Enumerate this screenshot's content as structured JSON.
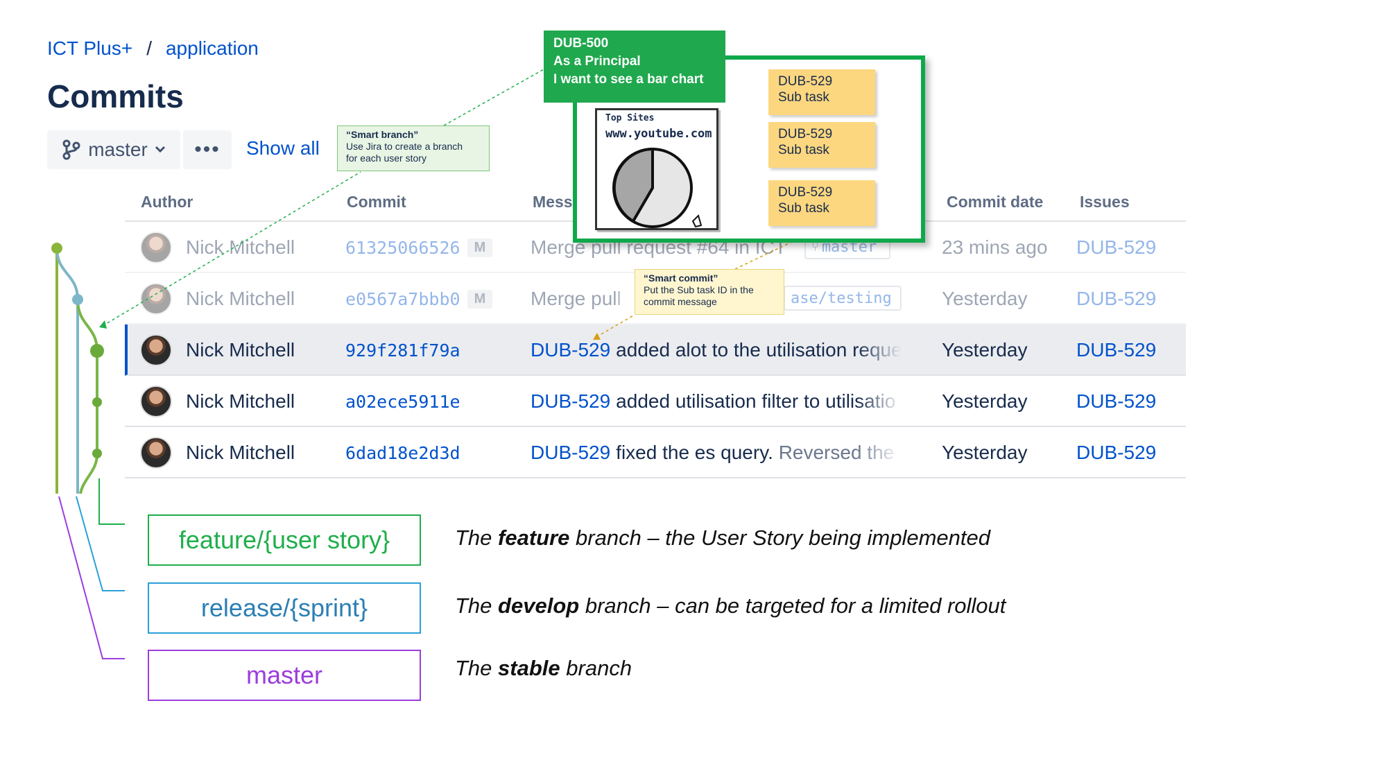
{
  "breadcrumb": {
    "project": "ICT Plus+",
    "separator": "/",
    "repo": "application"
  },
  "page_title": "Commits",
  "toolbar": {
    "branch_label": "master",
    "more_label": "•••",
    "show_all_label": "Show all"
  },
  "table": {
    "headers": {
      "author": "Author",
      "commit": "Commit",
      "message": "Mess",
      "date": "Commit date",
      "issues": "Issues"
    },
    "rows": [
      {
        "author": "Nick Mitchell",
        "hash": "61325066526",
        "badge": "M",
        "key": "",
        "message": "Merge pull request #64 in ICT",
        "tag": "master",
        "date": "23 mins ago",
        "issue": "DUB-529"
      },
      {
        "author": "Nick Mitchell",
        "hash": "e0567a7bbb0",
        "badge": "M",
        "key": "",
        "message": "Merge pull r",
        "tag": "ase/testing",
        "date": "Yesterday",
        "issue": "DUB-529"
      },
      {
        "author": "Nick Mitchell",
        "hash": "929f281f79a",
        "badge": "",
        "key": "DUB-529",
        "message": "added alot to the utilisation reque",
        "tag": "",
        "date": "Yesterday",
        "issue": "DUB-529"
      },
      {
        "author": "Nick Mitchell",
        "hash": "a02ece5911e",
        "badge": "",
        "key": "DUB-529",
        "message": "added utilisation filter to utilisatio",
        "tag": "",
        "date": "Yesterday",
        "issue": "DUB-529"
      },
      {
        "author": "Nick Mitchell",
        "hash": "6dad18e2d3d",
        "badge": "",
        "key": "DUB-529",
        "message": "fixed the es query.",
        "message_dim": "Reversed the p",
        "tag": "",
        "date": "Yesterday",
        "issue": "DUB-529"
      }
    ]
  },
  "story": {
    "key": "DUB-500",
    "line1": "As a Principal",
    "line2": "I want to see a bar chart"
  },
  "subtasks": [
    {
      "key": "DUB-529",
      "label": "Sub task"
    },
    {
      "key": "DUB-529",
      "label": "Sub task"
    },
    {
      "key": "DUB-529",
      "label": "Sub task"
    }
  ],
  "sketch": {
    "title": "Top Sites",
    "site": "www.youtube.com"
  },
  "callouts": {
    "branch": {
      "title": "“Smart branch”",
      "line1": "Use Jira to create a branch",
      "line2": "for each user story"
    },
    "commit": {
      "title": "“Smart commit”",
      "line1": "Put the Sub task ID in the",
      "line2": "commit message"
    }
  },
  "legend": [
    {
      "label": "feature/{user story}",
      "pre": "The",
      "bold": "feature",
      "post": "branch – the User Story being implemented"
    },
    {
      "label": "release/{sprint}",
      "pre": "The",
      "bold": "develop",
      "post": "branch – can be targeted for a limited rollout"
    },
    {
      "label": "master",
      "pre": "The",
      "bold": "stable",
      "post": "branch"
    }
  ],
  "colors": {
    "feature": "#1fae4b",
    "release": "#2b9fd9",
    "master": "#9b3ddc",
    "link": "#0052cc",
    "graph_green": "#8ab53b",
    "graph_blue": "#7db6c8"
  }
}
